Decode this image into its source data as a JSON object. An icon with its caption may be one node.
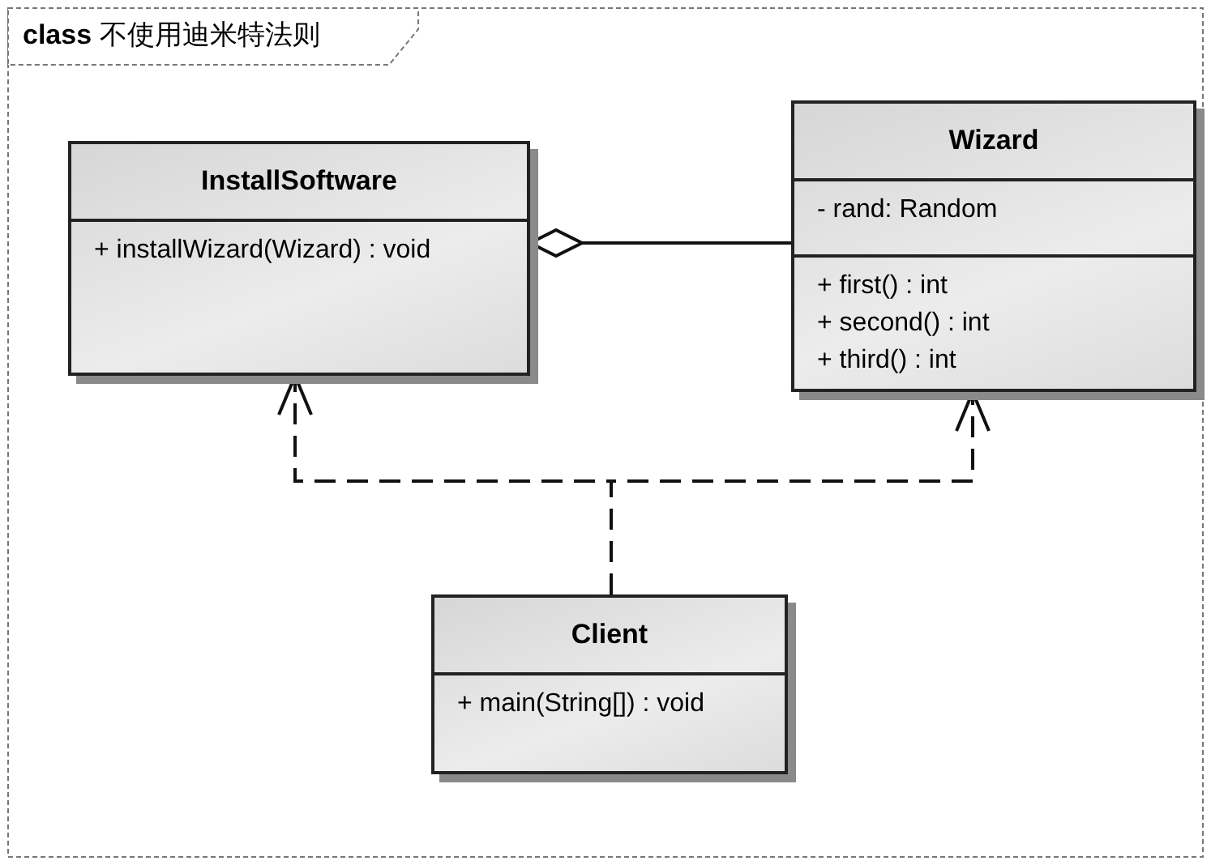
{
  "diagram": {
    "title": "**class** 不使用迪米特法则",
    "nodes": [
      {
        "text": [
          "InstallSoftware",
          "+ installWizard(Wizard) : void"
        ]
      },
      {
        "text": [
          "Wizard",
          "- rand: Random",
          "+ first() : int",
          "+ second() : int",
          "+ third() : int"
        ]
      },
      {
        "text": [
          "Client",
          "+ main(String[]) : void"
        ]
      }
    ],
    "edges": [
      {
        "from": 0,
        "to": 1,
        "arrow": "other"
      },
      {
        "from": 2,
        "to": 0,
        "arrow": "to",
        "style": "dashed"
      },
      {
        "from": 2,
        "to": 1,
        "arrow": "to",
        "style": "dashed"
      }
    ]
  }
}
